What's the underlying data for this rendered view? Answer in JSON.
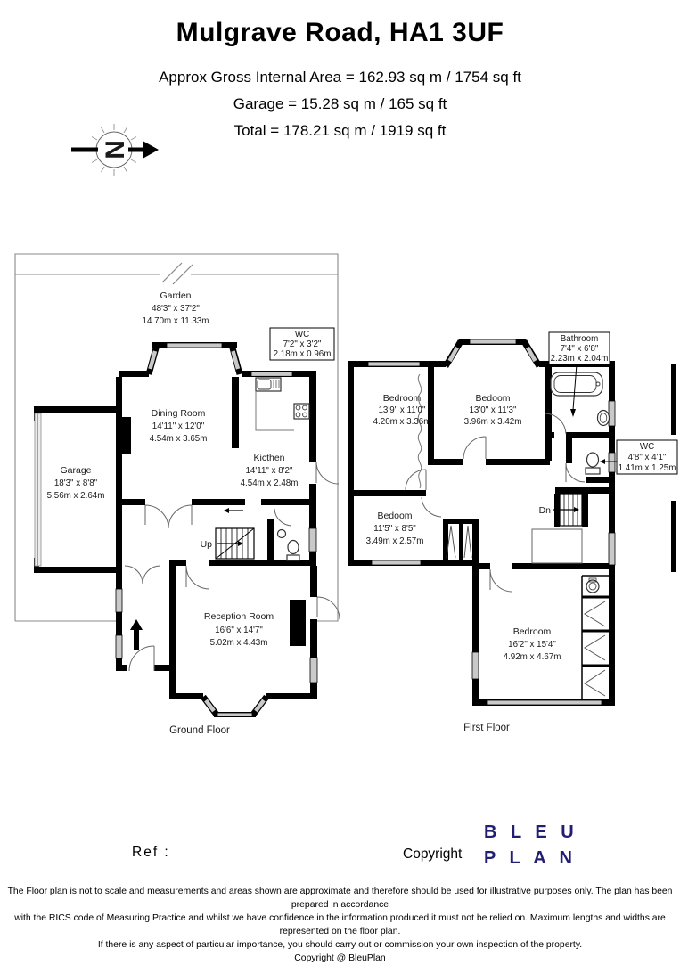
{
  "title": "Mulgrave Road, HA1 3UF",
  "area_summary": [
    "Approx Gross Internal Area = 162.93 sq m / 1754 sq ft",
    "Garage = 15.28 sq m / 165 sq ft",
    "Total = 178.21 sq m / 1919 sq ft"
  ],
  "compass": {
    "letter": "N"
  },
  "ground_floor": {
    "label": "Ground Floor",
    "up": "Up",
    "rooms": {
      "garden": {
        "name": "Garden",
        "imperial": "48'3\" x 37'2\"",
        "metric": "14.70m x 11.33m"
      },
      "wc": {
        "name": "WC",
        "imperial": "7'2\" x 3'2\"",
        "metric": "2.18m x 0.96m"
      },
      "dining": {
        "name": "Dining Room",
        "imperial": "14'11\" x 12'0\"",
        "metric": "4.54m x 3.65m"
      },
      "kitchen": {
        "name": "Kicthen",
        "imperial": "14'11\" x 8'2\"",
        "metric": "4.54m x 2.48m"
      },
      "garage": {
        "name": "Garage",
        "imperial": "18'3\" x 8'8\"",
        "metric": "5.56m x 2.64m"
      },
      "reception": {
        "name": "Reception Room",
        "imperial": "16'6\" x 14'7\"",
        "metric": "5.02m x 4.43m"
      }
    }
  },
  "first_floor": {
    "label": "First Floor",
    "dn": "Dn",
    "rooms": {
      "bathroom": {
        "name": "Bathroom",
        "imperial": "7'4\" x 6'8\"",
        "metric": "2.23m x 2.04m"
      },
      "bedroom1": {
        "name": "Bedroom",
        "imperial": "13'9\" x 11'0\"",
        "metric": "4.20m x 3.36m"
      },
      "bedroom2": {
        "name": "Bedoom",
        "imperial": "13'0\" x 11'3\"",
        "metric": "3.96m x 3.42m"
      },
      "wc": {
        "name": "WC",
        "imperial": "4'8\" x 4'1\"",
        "metric": "1.41m x 1.25m"
      },
      "bedroom3": {
        "name": "Bedoom",
        "imperial": "11'5\" x 8'5\"",
        "metric": "3.49m x 2.57m"
      },
      "bedroom4": {
        "name": "Bedroom",
        "imperial": "16'2\" x 15'4\"",
        "metric": "4.92m x 4.67m"
      }
    }
  },
  "footer": {
    "ref_label": "Ref :",
    "copyright_label": "Copyright",
    "logo": {
      "line1": "B L E U",
      "line2": "P L A N",
      "color": "#221e72"
    },
    "disclaimer": [
      "The Floor plan is not to scale and measurements and areas shown are approximate and therefore should be used for illustrative purposes only. The plan has been prepared in accordance",
      "with the RICS code of Measuring Practice and whilst we have confidence in the information produced it must not be relied on. Maximum lengths and widths are represented on the floor plan.",
      "If there is any aspect of particular importance, you should carry out or commission your own inspection of the property.",
      "Copyright @ BleuPlan"
    ]
  }
}
